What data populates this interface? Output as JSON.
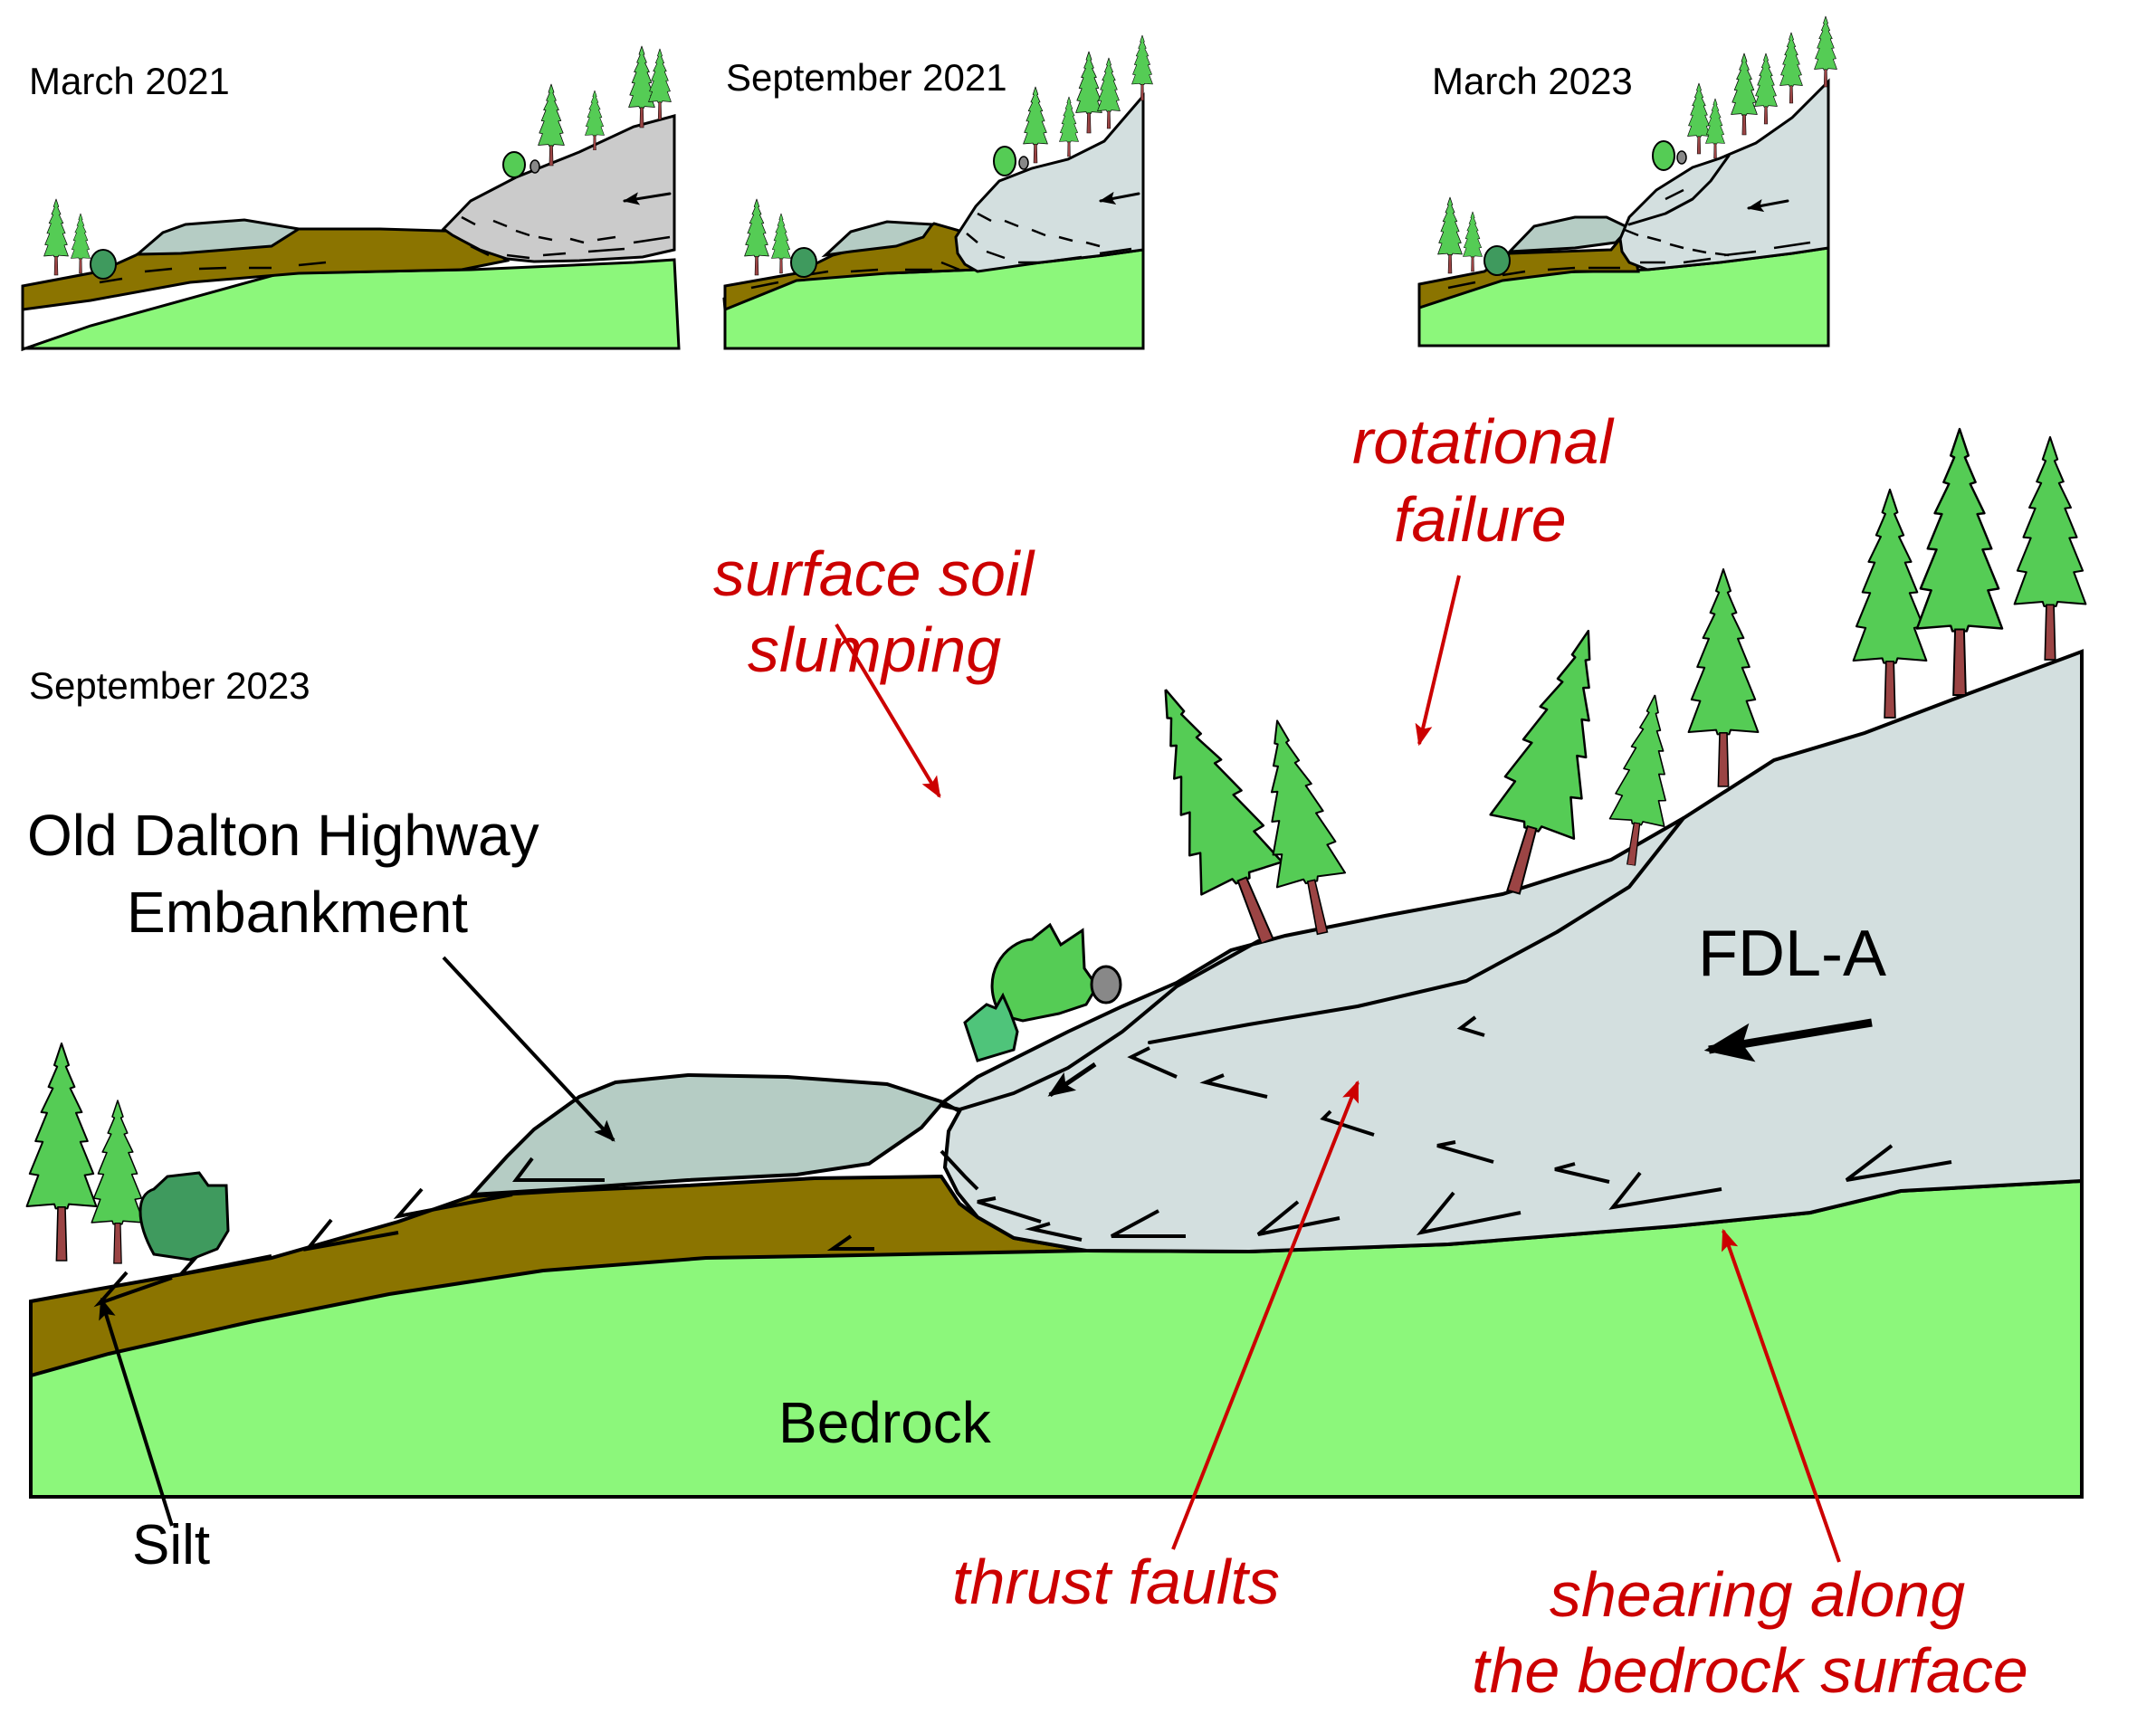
{
  "colors": {
    "bedrock": "#8cf77b",
    "silt": "#8b7400",
    "embankment": "#b5ccc4",
    "landslide_2021": "#cbcbcb",
    "landslide": "#d3dfdf",
    "tree_foliage": "#55cc55",
    "tree_trunk": "#9b4444",
    "shrub_dark": "#3f9a5e",
    "shrub_light": "#55cc55",
    "shrub_teal": "#4fc47a",
    "boulder": "#888888",
    "annotation_red": "#cc0000",
    "outline": "#000000"
  },
  "panels": [
    {
      "id": "march-2021",
      "label": "March 2021"
    },
    {
      "id": "september-2021",
      "label": "September 2021"
    },
    {
      "id": "march-2023",
      "label": "March 2023"
    },
    {
      "id": "september-2023",
      "label": "September 2023"
    }
  ],
  "main": {
    "labels": {
      "embankment_line1": "Old Dalton Highway",
      "embankment_line2": "Embankment",
      "silt": "Silt",
      "bedrock": "Bedrock",
      "landslide": "FDL-A"
    },
    "annotations": {
      "surface_soil_line1": "surface soil",
      "surface_soil_line2": "slumping",
      "rotational_line1": "rotational",
      "rotational_line2": "failure",
      "thrust_faults": "thrust faults",
      "shearing_line1": "shearing along",
      "shearing_line2": "the bedrock surface"
    }
  }
}
